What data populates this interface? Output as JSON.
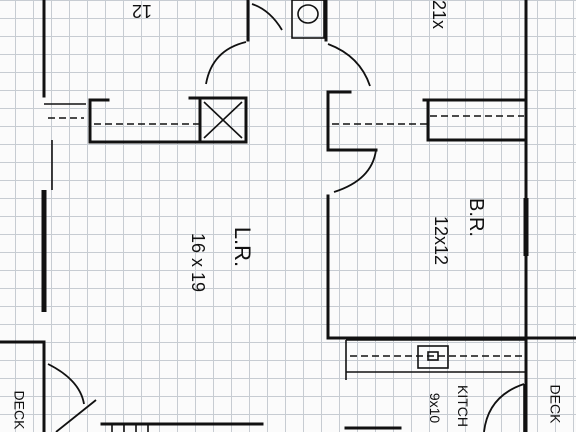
{
  "rooms": {
    "top_left_dims": "12",
    "top_right_dims": "21x",
    "living_room": {
      "name": "L.R.",
      "dims": "16 x 19"
    },
    "bedroom": {
      "name": "B.R.",
      "dims": "12x12"
    },
    "kitchen": {
      "name": "KITCH",
      "dims": "9x10"
    }
  },
  "decks": {
    "left": "DECK",
    "right": "DECK"
  }
}
